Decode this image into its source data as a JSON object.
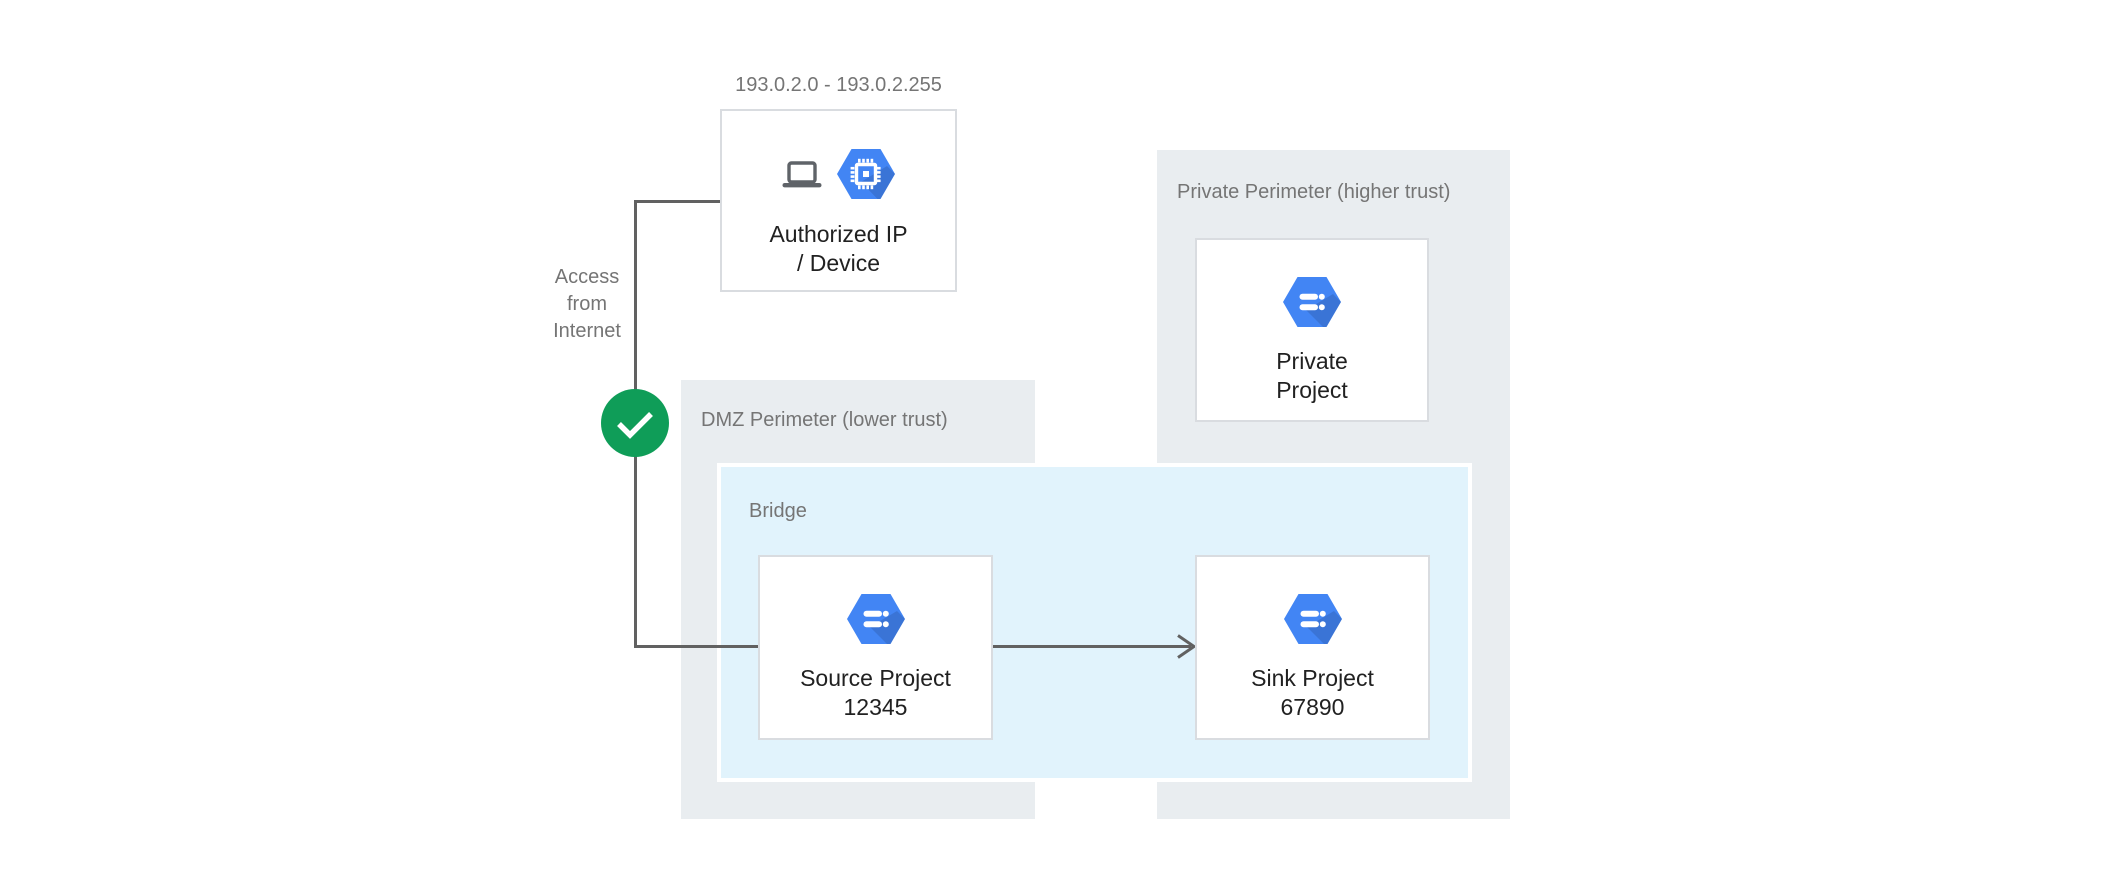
{
  "diagram": {
    "annotations": {
      "ip_range": "193.0.2.0 - 193.0.2.255",
      "access": [
        "Access",
        "from",
        "Internet"
      ]
    },
    "containers": {
      "dmz": {
        "label": "DMZ Perimeter (lower trust)"
      },
      "bridge": {
        "label": "Bridge"
      },
      "private": {
        "label": "Private Perimeter (higher trust)"
      }
    },
    "nodes": {
      "authorized": {
        "lines": [
          "Authorized IP",
          "/ Device"
        ]
      },
      "source": {
        "lines": [
          "Source Project",
          "12345"
        ]
      },
      "sink": {
        "lines": [
          "Sink Project",
          "67890"
        ]
      },
      "private_project": {
        "lines": [
          "Private",
          "Project"
        ]
      }
    },
    "icons": {
      "laptop": "laptop-icon",
      "compute": "compute-engine-hexagon-icon",
      "project": "cloud-project-hexagon-icon",
      "check": "check-circle-icon",
      "arrow": "flow-arrow"
    },
    "colors": {
      "perimeter_fill": "#e9edf0",
      "bridge_fill": "#e1f3fc",
      "bridge_border": "#ffffff",
      "hexagon_blue": "#4285f4",
      "check_green": "#0f9d58",
      "connector_gray": "#616161",
      "label_gray": "#757575",
      "node_text": "#212121",
      "node_border": "#d9dce0"
    }
  }
}
